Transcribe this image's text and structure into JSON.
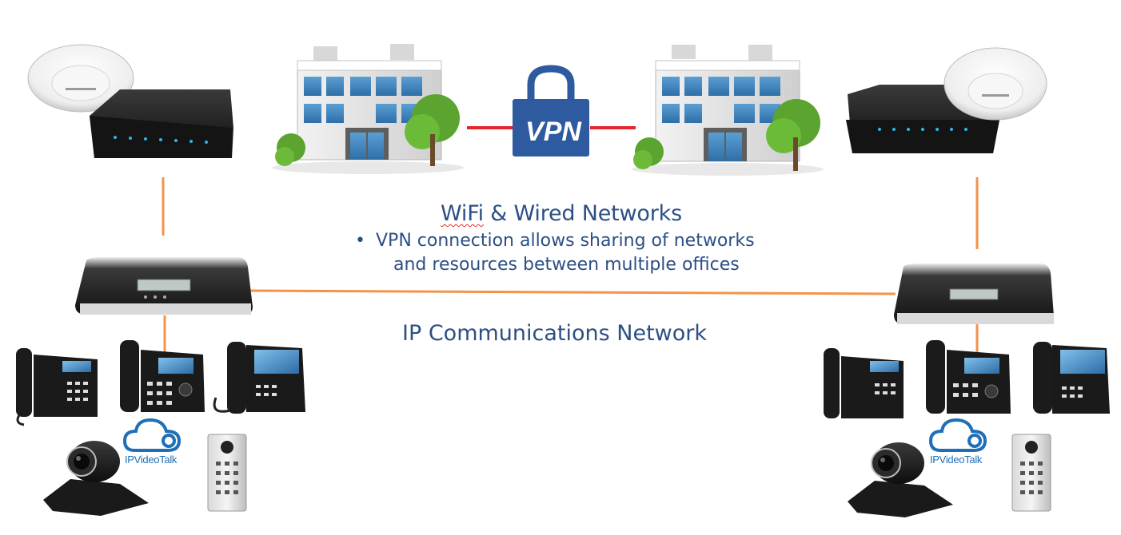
{
  "diagram": {
    "title_networks_prefix": "WiFi",
    "title_networks_rest": " & Wired Networks",
    "bullet_line1": "VPN connection allows sharing of networks",
    "bullet_line2": "and resources between multiple offices",
    "bullet_symbol": "•",
    "ip_network_title": "IP Communications Network",
    "vpn_label": "VPN",
    "video_service_label_left": "IPVideoTalk",
    "video_service_label_right": "IPVideoTalk",
    "colors": {
      "link_orange": "#f4934a",
      "vpn_red": "#e3262b",
      "lock_blue": "#2e5aa0",
      "text_blue": "#2c4f85"
    }
  }
}
